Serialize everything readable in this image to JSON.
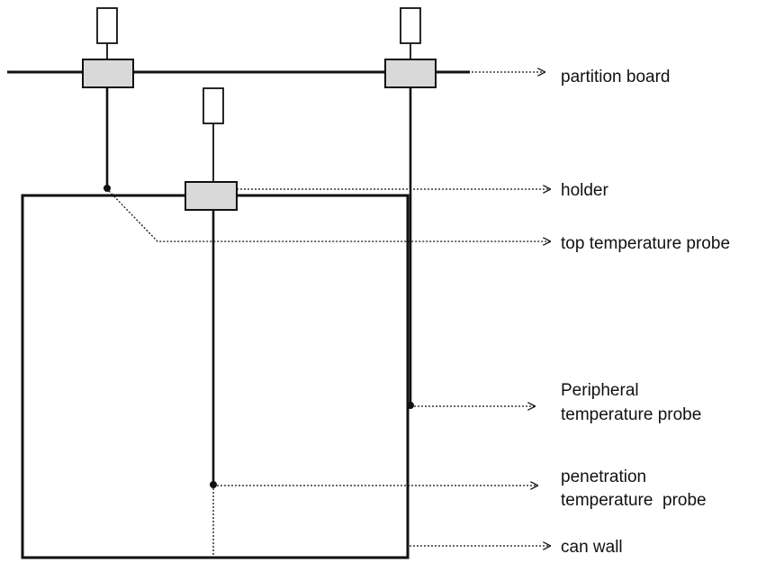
{
  "labels": {
    "partition_board": "partition board",
    "holder": "holder",
    "top_probe": "top temperature probe",
    "peripheral_probe": [
      "Peripheral",
      "temperature probe"
    ],
    "penetration_probe": [
      "penetration",
      "temperature  probe"
    ],
    "can_wall": "can wall"
  },
  "colors": {
    "stroke": "#111111",
    "holder_fill": "#d9d9d9",
    "background": "#ffffff"
  }
}
